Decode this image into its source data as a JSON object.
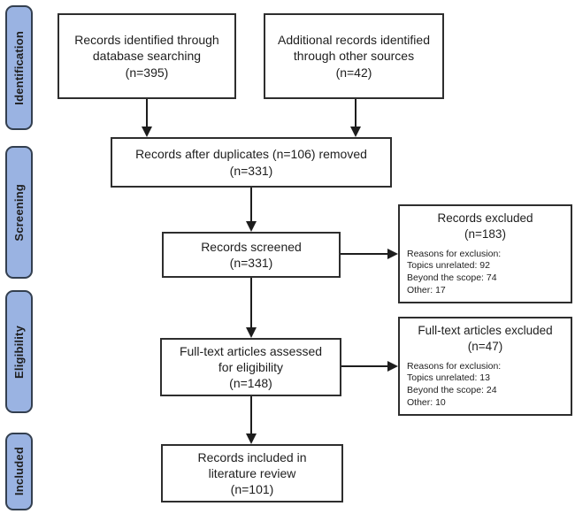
{
  "colors": {
    "background": "#ffffff",
    "stage_fill": "#9ab3e2",
    "stage_border": "#333f4f",
    "box_fill": "#ffffff",
    "box_border": "#2e2e2e",
    "arrow": "#1d1d1d",
    "text": "#1e1e1e"
  },
  "stages": [
    {
      "label": "Identification"
    },
    {
      "label": "Screening"
    },
    {
      "label": "Eligibility"
    },
    {
      "label": "Included"
    }
  ],
  "boxes": {
    "records_identified": {
      "text": "Records identified through\ndatabase searching\n(n=395)"
    },
    "additional_records": {
      "text": "Additional records identified\nthrough other sources\n(n=42)"
    },
    "after_duplicates": {
      "text": "Records after duplicates (n=106) removed\n(n=331)"
    },
    "records_screened": {
      "text": "Records screened\n(n=331)"
    },
    "records_excluded": {
      "title": "Records excluded\n(n=183)",
      "reasons": "Reasons for exclusion:\nTopics unrelated: 92\nBeyond the scope: 74\nOther: 17"
    },
    "fulltext_assessed": {
      "text": "Full-text articles assessed\nfor eligibility\n(n=148)"
    },
    "fulltext_excluded": {
      "title": "Full-text articles excluded\n(n=47)",
      "reasons": "Reasons for exclusion:\nTopics unrelated: 13\nBeyond the scope: 24\nOther: 10"
    },
    "records_included": {
      "text": "Records included in\nliterature review\n(n=101)"
    }
  }
}
